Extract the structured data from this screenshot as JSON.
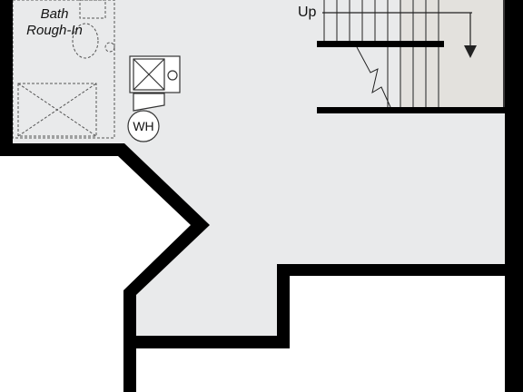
{
  "labels": {
    "bath_line1": "Bath",
    "bath_line2": "Rough-In",
    "stairs_direction": "Up",
    "water_heater": "WH"
  },
  "colors": {
    "wall": "#000000",
    "floor": "#e9eaeb",
    "stair_area": "#e3e1dd",
    "background": "#ffffff",
    "fixture_line": "#333333"
  }
}
